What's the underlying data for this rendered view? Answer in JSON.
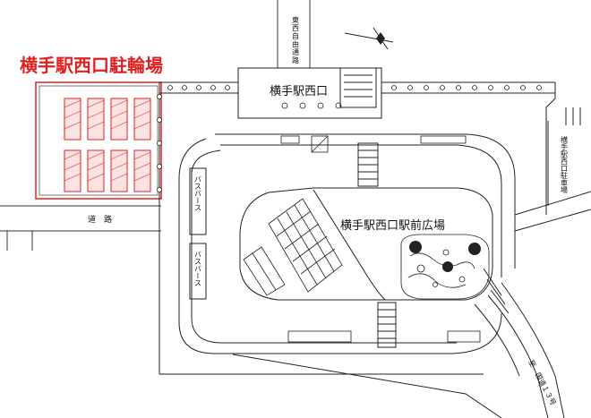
{
  "title": "横手駅西口駐輪場",
  "labels": {
    "station_exit": "横手駅西口",
    "plaza": "横手駅西口駅前広場",
    "road_bottom": "道　路",
    "road_top": "東西自由通路",
    "parking": "横手駅西口駐車場",
    "bus1": "バスバース",
    "bus2": "バスバース",
    "route": "至　国道１３号"
  },
  "colors": {
    "title": "#e02020",
    "highlight": "#e02020",
    "ink": "#222222"
  },
  "icons": {
    "compass": "north-arrow-icon"
  }
}
